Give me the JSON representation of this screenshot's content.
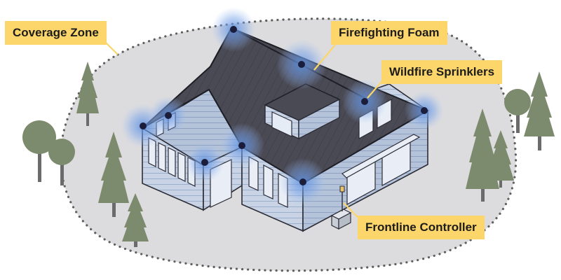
{
  "callouts": {
    "coverage_zone": "Coverage Zone",
    "firefighting_foam": "Firefighting Foam",
    "wildfire_sprinklers": "Wildfire Sprinklers",
    "frontline_controller": "Frontline Controller"
  },
  "colors": {
    "callout_fill": "#fdd66b",
    "coverage_zone": "#dcdcde",
    "zone_outline": "#5f5f5f",
    "roof": "#4a4a55",
    "wall": "#c8d4e6",
    "wall_shadow": "#a9b8cf",
    "tree": "#7c8a6d",
    "trunk": "#6b6b6b",
    "sprinkler_glow": "#5b8fe0",
    "sprinkler_dot": "#1b1d3a"
  },
  "icons": {
    "sprinkler": "sprinkler-head-icon",
    "tree": "tree-icon",
    "controller": "controller-box-icon"
  }
}
